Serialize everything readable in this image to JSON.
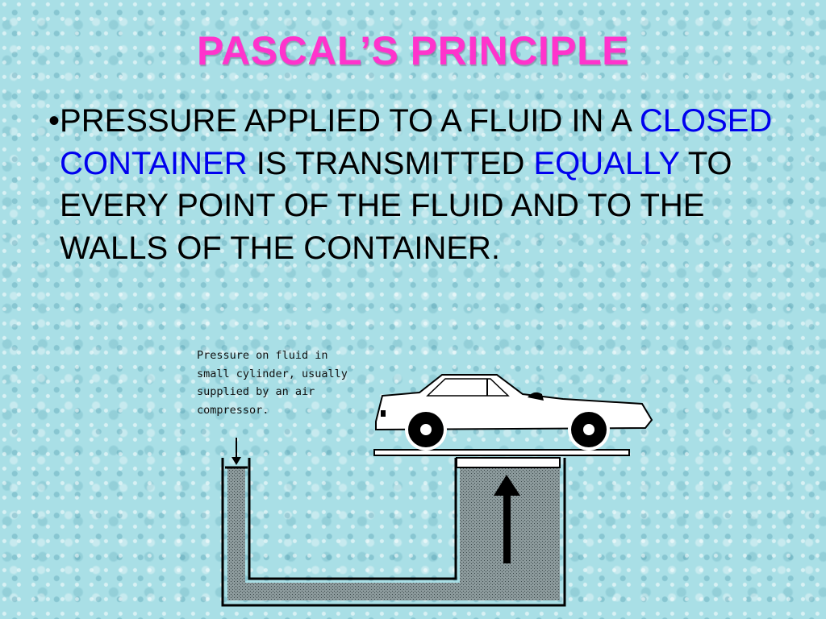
{
  "slide": {
    "title": "PASCAL’S PRINCIPLE",
    "bullet": {
      "symbol": "•",
      "parts": [
        "PRESSURE APPLIED TO A FLUID IN A ",
        "CLOSED CONTAINER",
        " IS TRANSMITTED ",
        "EQUALLY",
        " TO EVERY POINT OF THE FLUID AND TO THE WALLS OF THE CONTAINER."
      ]
    },
    "diagram": {
      "caption_lines": [
        "Pressure on fluid in",
        "small cylinder, usually",
        "supplied by an air",
        "compressor."
      ]
    },
    "colors": {
      "title": "#ff33cc",
      "highlight": "#0000ee",
      "background": "#a9dfe6"
    }
  }
}
